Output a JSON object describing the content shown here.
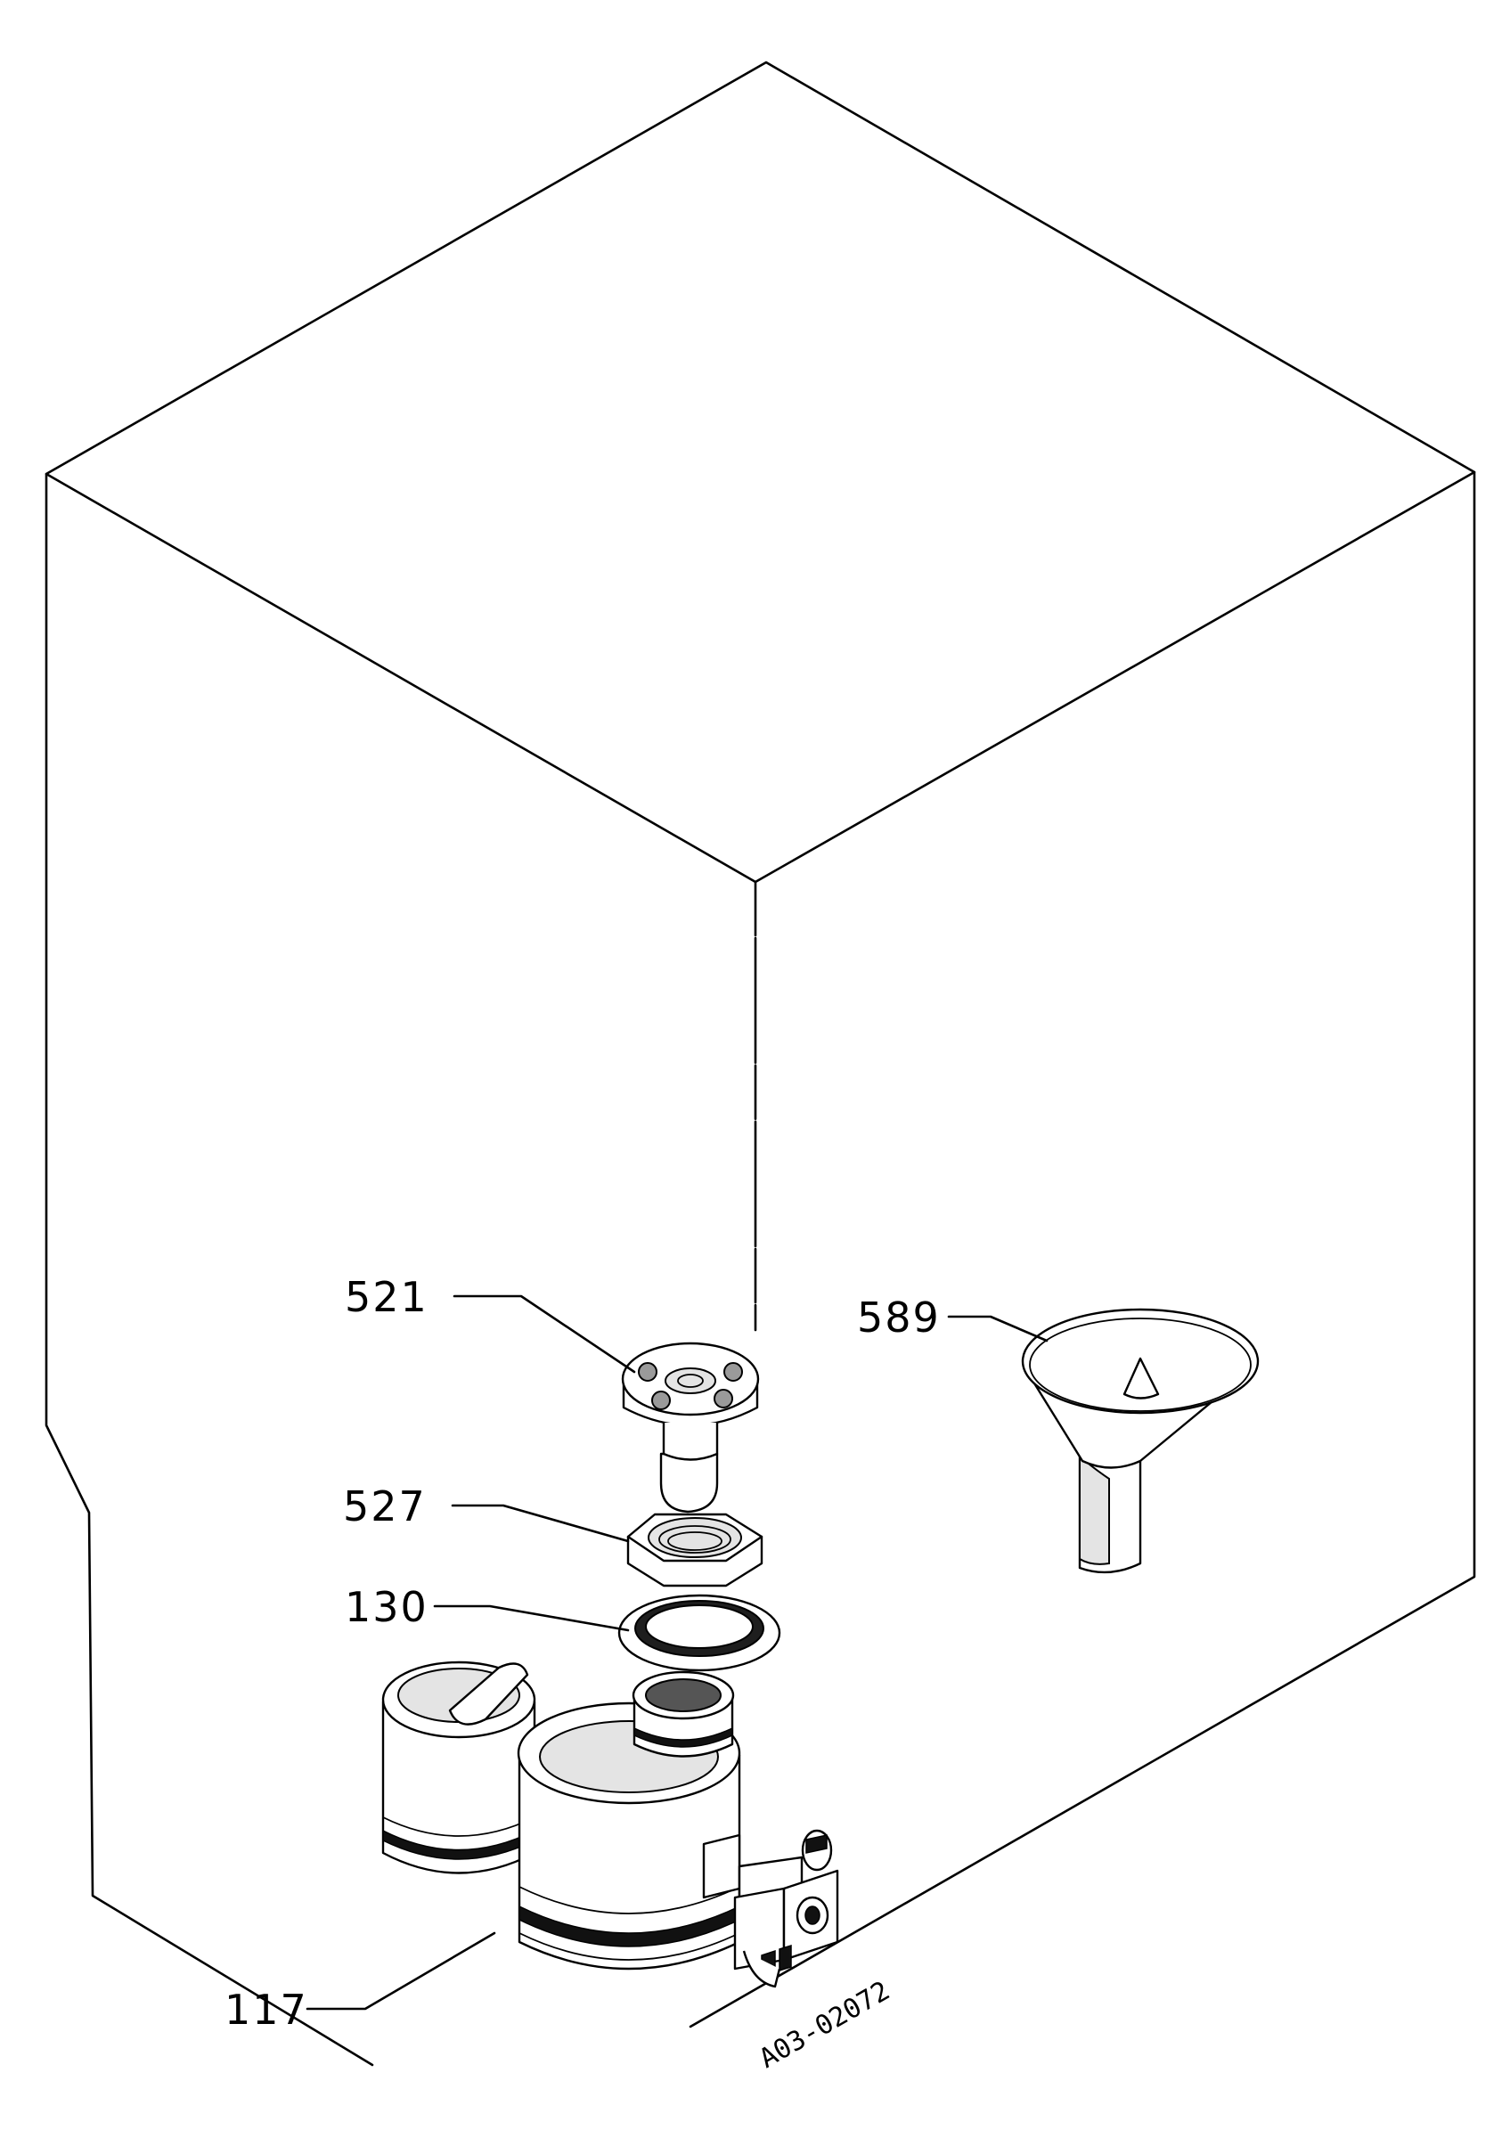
{
  "parts": [
    {
      "id": "part-521",
      "label": "521"
    },
    {
      "id": "part-589",
      "label": "589"
    },
    {
      "id": "part-527",
      "label": "527"
    },
    {
      "id": "part-130",
      "label": "130"
    },
    {
      "id": "part-117",
      "label": "117"
    }
  ],
  "drawing_code": "A03-02072"
}
